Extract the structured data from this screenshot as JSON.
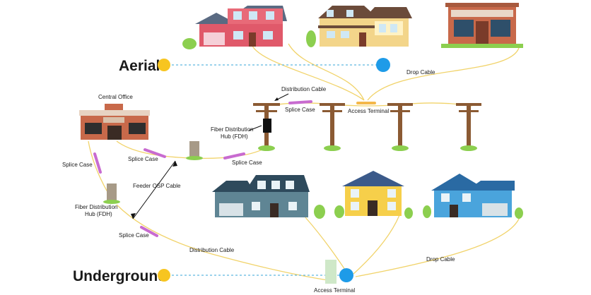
{
  "labels": {
    "aerial": "Aerial",
    "underground": "Underground",
    "central_office": "Central Office",
    "drop_cable_top": "Drop Cable",
    "distribution_cable_top": "Distribution Cable",
    "splice_case_top": "Splice Case",
    "access_terminal_top": "Access Terminal",
    "fdh_aerial_line1": "Fiber Distribution",
    "fdh_aerial_line2": "Hub (FDH)",
    "splice_case_co_right": "Splice Case",
    "splice_case_mid": "Splice Case",
    "splice_case_left": "Splice Case",
    "feeder_osp_cable": "Feeder OSP Cable",
    "fdh_ug_line1": "Fiber Distribution",
    "fdh_ug_line2": "Hub (FDH)",
    "splice_case_lower": "Splice Case",
    "distribution_cable_lower": "Distribution Cable",
    "drop_cable_lower": "Drop Cable",
    "access_terminal_lower": "Access Terminal"
  },
  "colors": {
    "cable": "#f1d36a",
    "splice_case": "#c86bd0",
    "access_terminal_marker": "#1e9be8",
    "network_marker": "#f7c520",
    "pole": "#8b5a33",
    "grass": "#8ccf4f"
  },
  "icons": [
    "aerial-marker-icon",
    "underground-marker-icon",
    "central-office-icon",
    "utility-pole-icon",
    "fdh-cabinet-icon",
    "house-icon",
    "shop-icon"
  ]
}
